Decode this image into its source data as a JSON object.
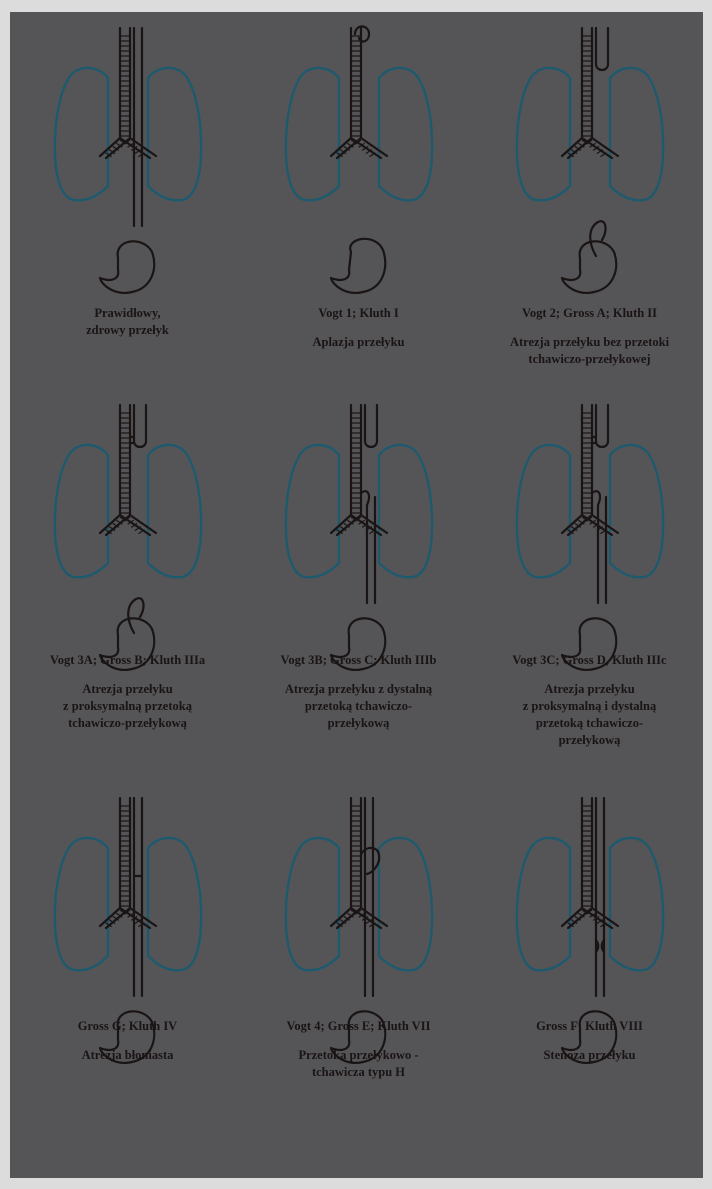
{
  "colors": {
    "background": "#555557",
    "ink": "#1a1414",
    "lung": "#1e5a6e"
  },
  "panels": [
    {
      "name": "Prawidłowy,\nzdrowy przełyk",
      "description": "",
      "variant": "normal"
    },
    {
      "name": "Vogt 1; Kluth I",
      "description": "Aplazja przełyku",
      "variant": "aplasia"
    },
    {
      "name": "Vogt 2; Gross A; Kluth II",
      "description": "Atrezja przełyku bez przetoki\ntchawiczo-przełykowej",
      "variant": "atresia-no-fistula"
    },
    {
      "name": "Vogt 3A; Gross B; Kluth IIIa",
      "description": "Atrezja przełyku\nz proksymalną przetoką\ntchawiczo-przełykową",
      "variant": "proximal-fistula"
    },
    {
      "name": "Vogt 3B; Gross C; Kluth IIIb",
      "description": "Atrezja przełyku z dystalną\nprzetoką tchawiczo-\nprzełykową",
      "variant": "distal-fistula"
    },
    {
      "name": "Vogt 3C; Gross D, Kluth IIIc",
      "description": "Atrezja przełyku\nz proksymalną i dystalną\nprzetoką tchawiczo-\nprzełykową",
      "variant": "double-fistula"
    },
    {
      "name": "Gross G; Kluth IV",
      "description": "Atrezja błoniasta",
      "variant": "membranous"
    },
    {
      "name": "Vogt 4; Gross E; Kluth VII",
      "description": "Przetoka przełykowo -\ntchawicza typu H",
      "variant": "h-type"
    },
    {
      "name": "Gross F; Kluth VIII",
      "description": "Stenoza przełyku",
      "variant": "stenosis"
    }
  ]
}
